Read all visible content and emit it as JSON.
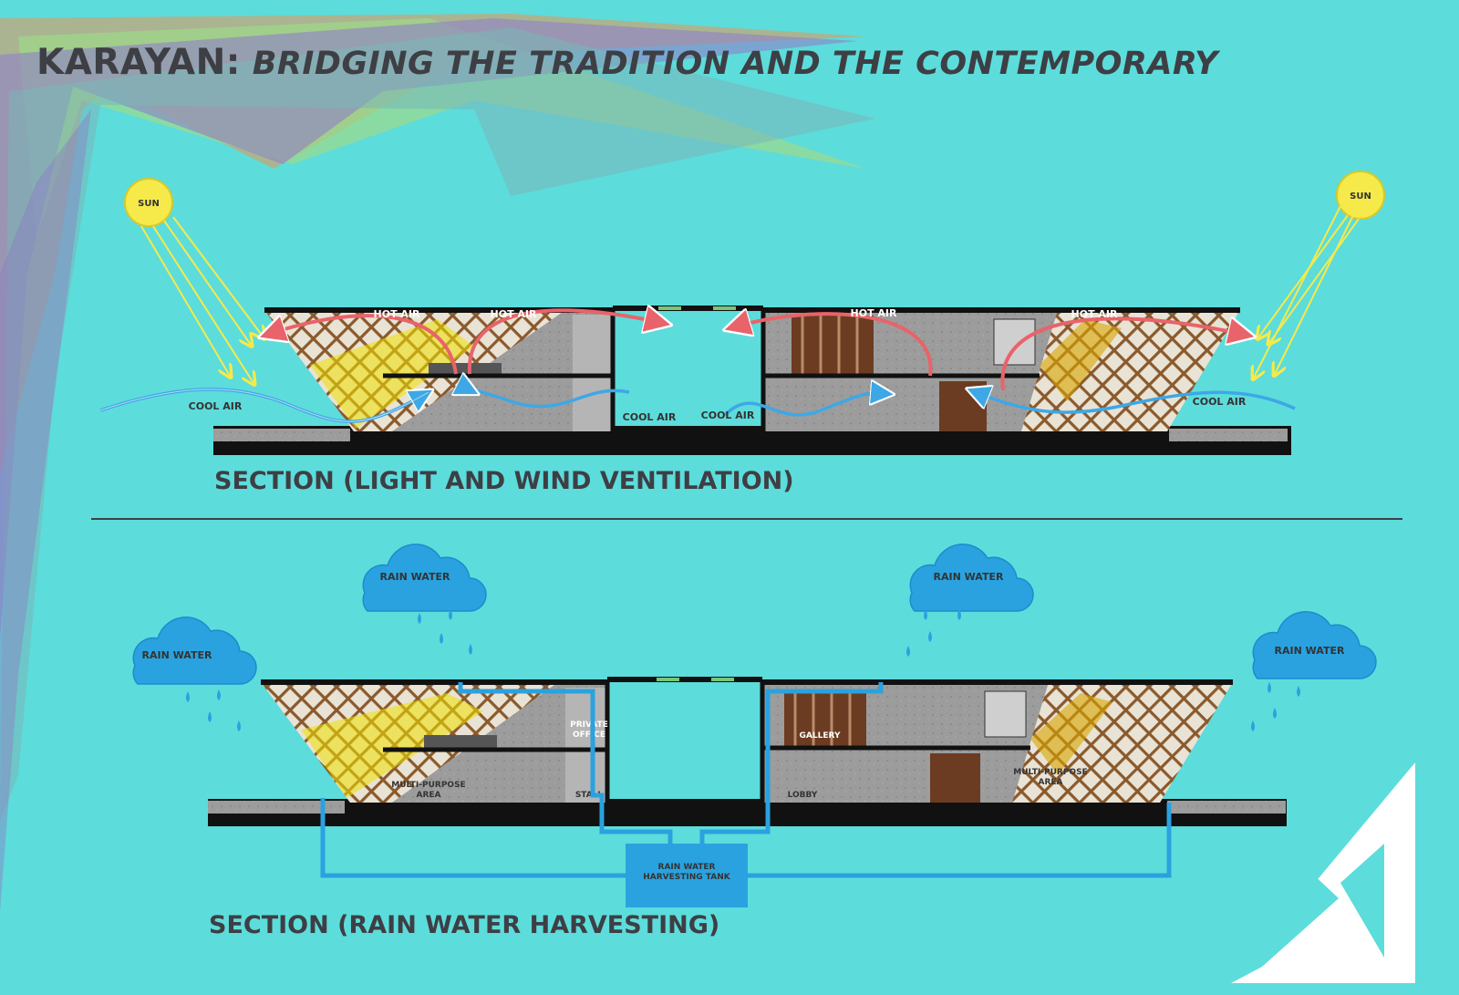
{
  "header": {
    "title_main": "KARAYAN:",
    "title_sub": "BRIDGING THE TRADITION AND THE CONTEMPORARY"
  },
  "section1": {
    "caption": "SECTION (LIGHT AND WIND VENTILATION)",
    "sun_label": "SUN",
    "hot_air_label": "HOT AIR",
    "cool_air_label": "COOL AIR"
  },
  "section2": {
    "caption": "SECTION (RAIN WATER HARVESTING)",
    "rain_label": "RAIN WATER",
    "tank_line1": "RAIN WATER",
    "tank_line2": "HARVESTING TANK",
    "rooms": {
      "private_1": "PRIVATE",
      "private_2": "OFFICE",
      "gallery": "GALLERY",
      "multi_1": "MULTI-PURPOSE",
      "multi_2": "AREA",
      "stall": "STALL",
      "lobby": "LOBBY"
    }
  },
  "colors": {
    "background": "#5ddcdc",
    "hot_air": "#e8636a",
    "cool_air": "#3ea7e6",
    "sun": "#f5ea4a",
    "rain": "#2aa2e0",
    "text": "#3d3f45"
  }
}
